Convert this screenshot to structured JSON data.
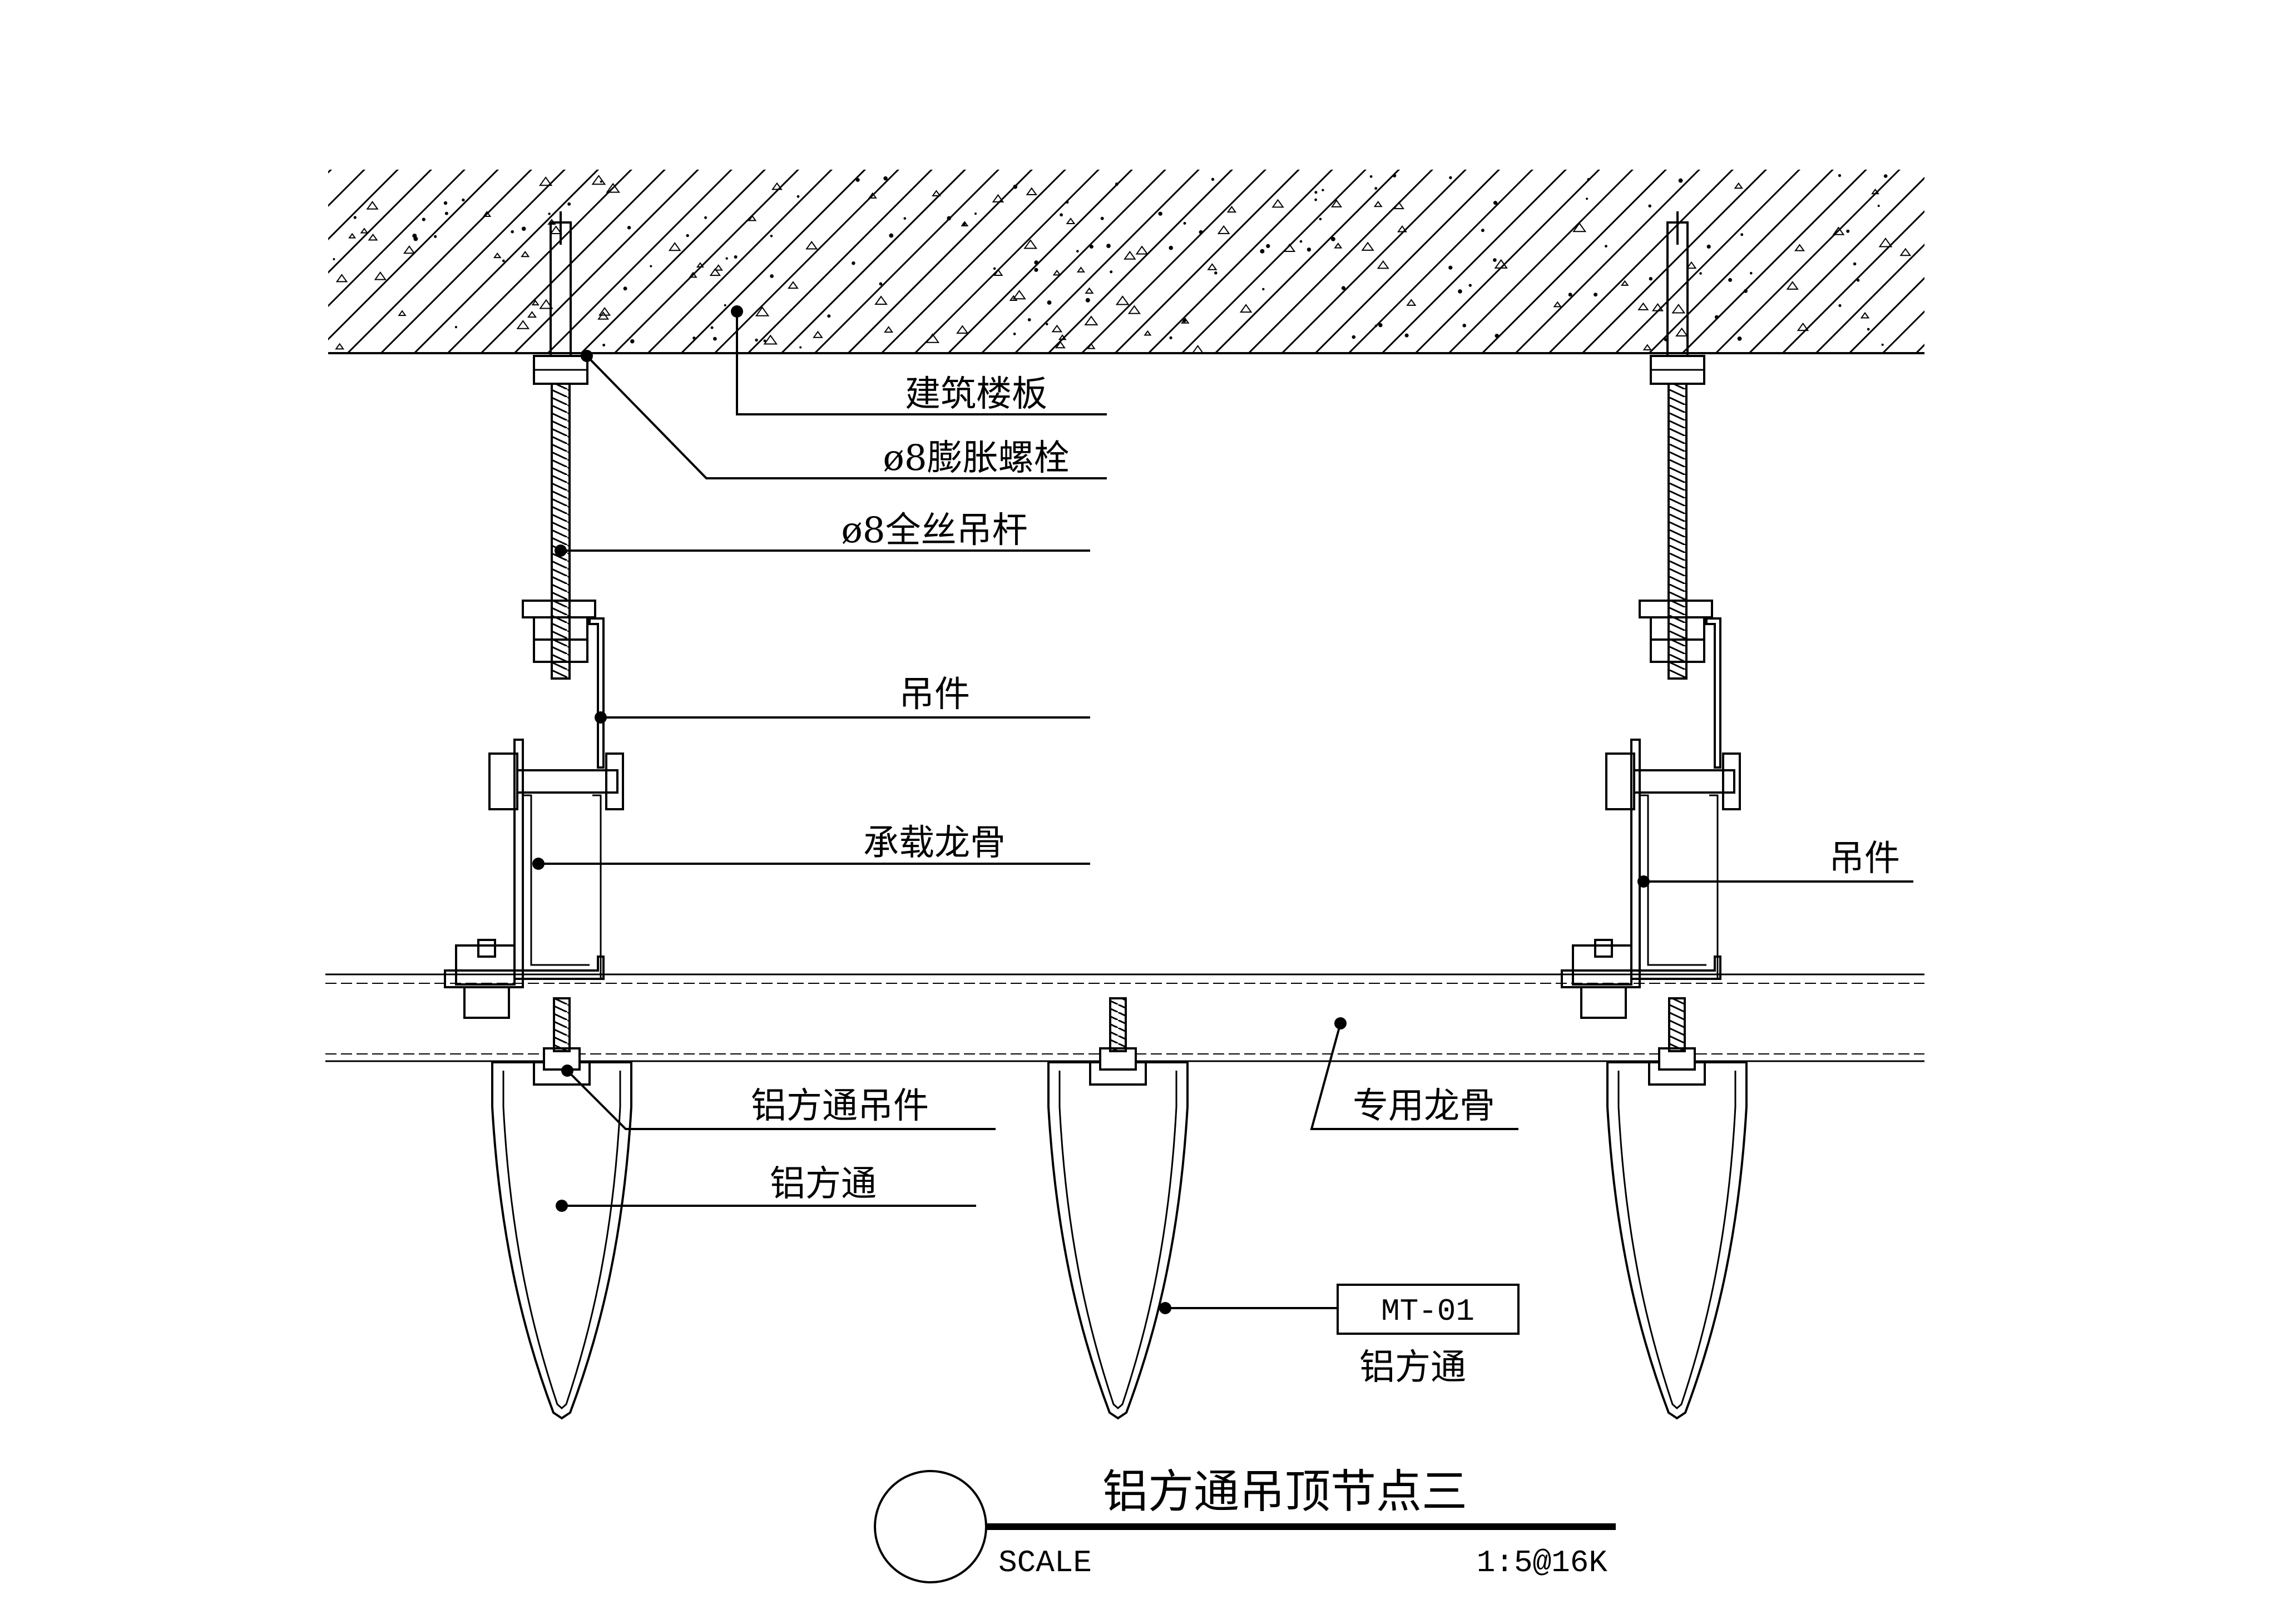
{
  "labels": {
    "slab": "建筑楼板",
    "expansion_bolt": "ø8膨胀螺栓",
    "threaded_rod": "ø8全丝吊杆",
    "hanger_left": "吊件",
    "main_keel": "承载龙骨",
    "hanger_right": "吊件",
    "tube_hanger": "铝方通吊件",
    "tube_left": "铝方通",
    "special_keel": "专用龙骨",
    "material_code": "MT-01",
    "tube_bottom": "铝方通"
  },
  "title_block": {
    "title": "铝方通吊顶节点三",
    "scale_label": "SCALE",
    "scale_value": "1:5@16K"
  },
  "colors": {
    "line": "#000000",
    "background": "#ffffff"
  }
}
